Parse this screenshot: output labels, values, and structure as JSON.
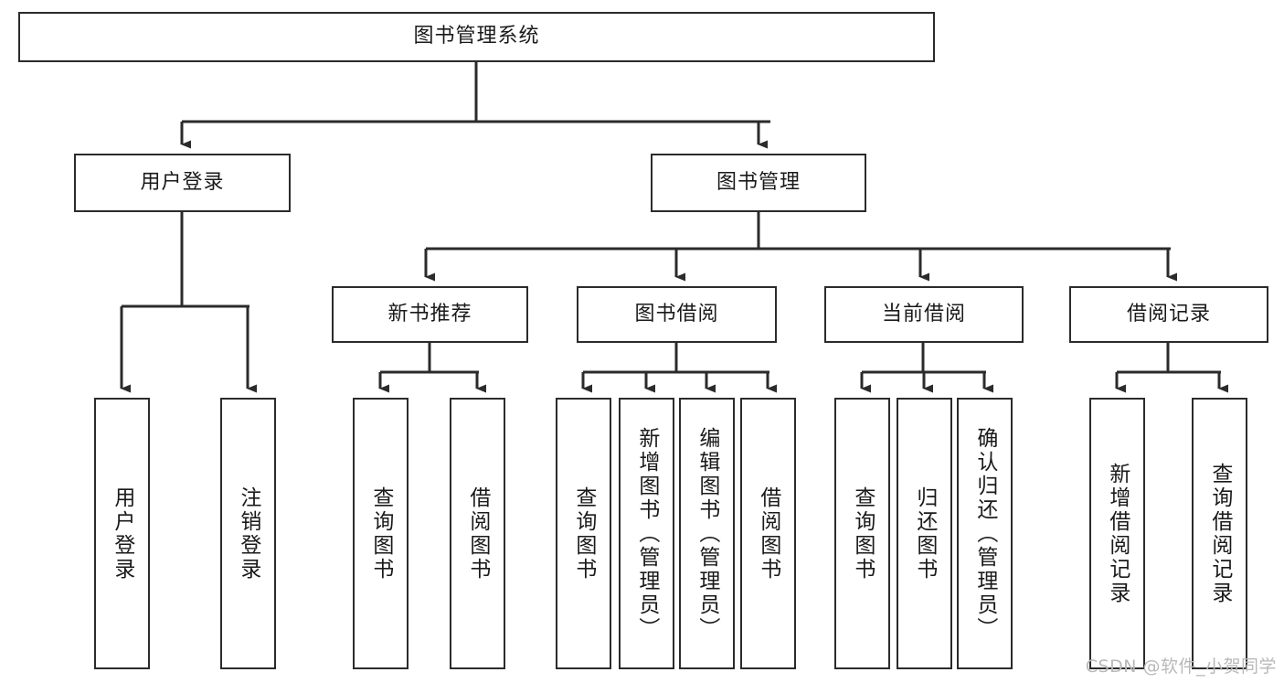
{
  "diagram": {
    "title": "图书管理系统",
    "watermark": "CSDN @软件_小贺同学",
    "line_color": "#2b2b2b",
    "box_fill": "#ffffff",
    "text_color": "#1a1a1a",
    "watermark_color": "#b9b9b9",
    "levels": {
      "root": {
        "label": "图书管理系统"
      },
      "level2": [
        {
          "label": "用户登录"
        },
        {
          "label": "图书管理"
        }
      ],
      "level3": [
        {
          "label": "新书推荐"
        },
        {
          "label": "图书借阅"
        },
        {
          "label": "当前借阅"
        },
        {
          "label": "借阅记录"
        }
      ],
      "leaves": {
        "user_login": [
          {
            "label": "用户登录"
          },
          {
            "label": "注销登录"
          }
        ],
        "new_book": [
          {
            "label": "查询图书"
          },
          {
            "label": "借阅图书"
          }
        ],
        "book_borrow": [
          {
            "label": "查询图书"
          },
          {
            "label": "新增图书（管理员）"
          },
          {
            "label": "编辑图书（管理员）"
          },
          {
            "label": "借阅图书"
          }
        ],
        "current_borrow": [
          {
            "label": "查询图书"
          },
          {
            "label": "归还图书"
          },
          {
            "label": "确认归还（管理员）"
          }
        ],
        "borrow_record": [
          {
            "label": "新增借阅记录"
          },
          {
            "label": "查询借阅记录"
          }
        ]
      }
    }
  }
}
